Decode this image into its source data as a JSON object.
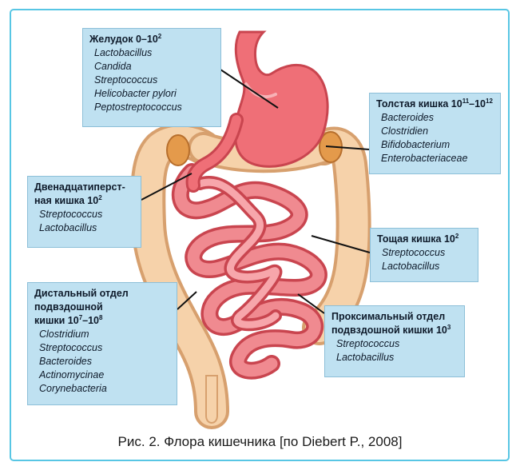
{
  "boxes": {
    "stomach": {
      "title": "Желудок 0–10",
      "exp": "2",
      "bacteria": [
        "Lactobacillus",
        "Candida",
        "Streptococcus",
        "Helicobacter pylori",
        "Peptostreptococcus"
      ]
    },
    "large_intestine": {
      "title": "Толстая кишка 10",
      "exp1": "11",
      "mid": "–10",
      "exp2": "12",
      "bacteria": [
        "Bacteroides",
        "Clostridien",
        "Bifidobacterium",
        "Enterobacteriaceae"
      ]
    },
    "duodenum": {
      "title_line1": "Двенадцатиперст-",
      "title_line2": "ная кишка 10",
      "exp": "2",
      "bacteria": [
        "Streptococcus",
        "Lactobacillus"
      ]
    },
    "jejunum": {
      "title": "Тощая кишка 10",
      "exp": "2",
      "bacteria": [
        "Streptococcus",
        "Lactobacillus"
      ]
    },
    "distal_ileum": {
      "title_line1": "Дистальный отдел",
      "title_line2": "подвздошной",
      "title_line3": "кишки 10",
      "exp1": "7",
      "mid": "–10",
      "exp2": "8",
      "bacteria": [
        "Clostridium",
        "Streptococcus",
        "Bacteroides",
        "Actinomycinae",
        "Corynebacteria"
      ]
    },
    "proximal_ileum": {
      "title_line1": "Проксимальный отдел",
      "title_line2": "подвздошной кишки 10",
      "exp": "3",
      "bacteria": [
        "Streptococcus",
        "Lactobacillus"
      ]
    }
  },
  "caption": "Рис. 2. Флора кишечника [по Diebert P., 2008]",
  "colors": {
    "frame": "#58c6e4",
    "box_fill": "#bfe1f1",
    "organ": "#ef6f77",
    "colon": "#f4c79a"
  }
}
